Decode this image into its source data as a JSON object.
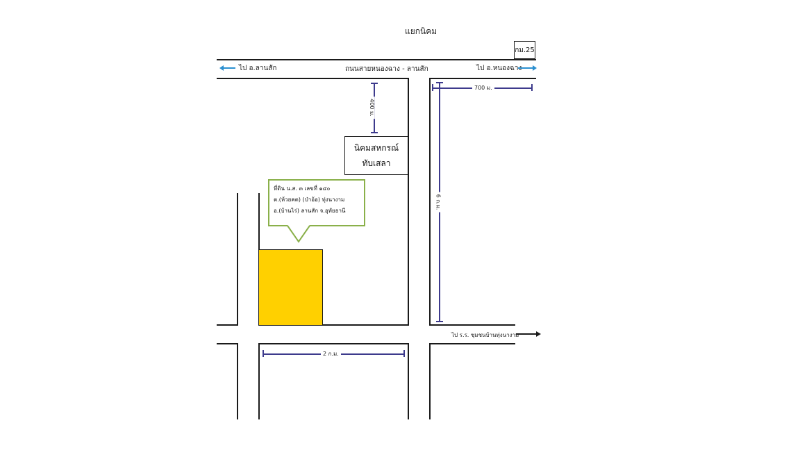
{
  "map": {
    "junction_label": "แยกนิคม",
    "km_marker": "กม.25",
    "main_road": {
      "name": "ถนนสายหนองฉาง - ลานสัก",
      "to_left": "ไป อ.ลานสัก",
      "to_right": "ไป อ.หนองฉาง"
    },
    "cooperative": {
      "line1": "นิคมสหกรณ์",
      "line2": "ทับเสลา"
    },
    "parcel_callout": {
      "line1": "ที่ดิน น.ส. ๓ เลขที่ ๑๔๐",
      "line2": "ต.(ห้วยคต) (ป่าอ้อ) ทุ่งนางาม",
      "line3": "อ.(บ้านไร่) ลานสัก จ.อุทัยธานี"
    },
    "distances": {
      "d400": "400 ม.",
      "d700": "700 ม.",
      "d6km": "6 ก.ม.",
      "d2km": "2 ก.ม."
    },
    "school_direction": "ไป ร.ร. ชุมชนบ้านทุ่งนางาม",
    "colors": {
      "road_line": "#1a1a1a",
      "parcel": "#ffd000",
      "callout_border": "#8ab04a",
      "dimension": "#3d3a8c",
      "direction_arrow": "#2a8fd0"
    }
  }
}
